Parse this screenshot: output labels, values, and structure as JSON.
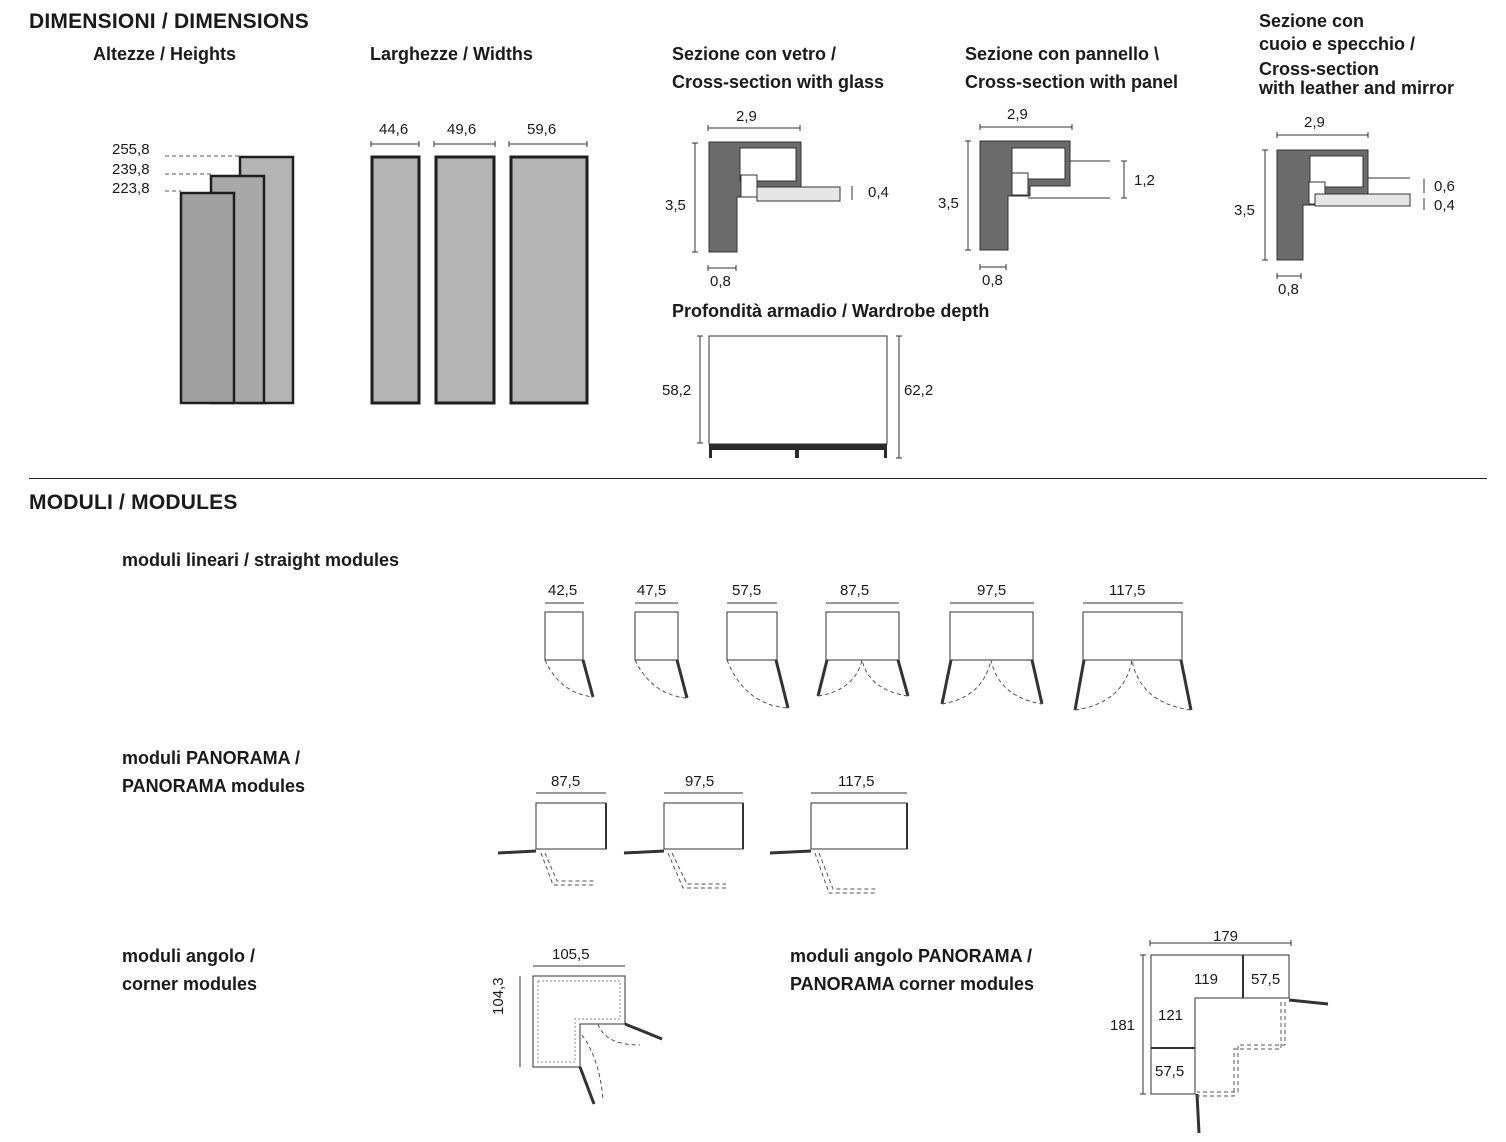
{
  "sections": {
    "dimensions_title": "DIMENSIONI / DIMENSIONS",
    "modules_title": "MODULI  / MODULES"
  },
  "heights": {
    "title": "Altezze  / Heights",
    "values": [
      "255,8",
      "239,8",
      "223,8"
    ]
  },
  "widths": {
    "title": "Larghezze / Widths",
    "values": [
      "44,6",
      "49,6",
      "59,6"
    ]
  },
  "glass_section": {
    "title_1": "Sezione con vetro /",
    "title_2": "Cross-section with glass",
    "top": "2,9",
    "side": "3,5",
    "bottom": "0,8",
    "right": "0,4"
  },
  "panel_section": {
    "title_1": "Sezione con pannello \\",
    "title_2": "Cross-section with panel",
    "top": "2,9",
    "side": "3,5",
    "bottom": "0,8",
    "right": "1,2"
  },
  "leather_section": {
    "title_1": "Sezione con",
    "title_2": "cuoio e specchio /",
    "title_3": "Cross-section",
    "title_4": "with leather and mirror",
    "top": "2,9",
    "side": "3,5",
    "bottom": "0,8",
    "right_1": "0,6",
    "right_2": "0,4"
  },
  "depth": {
    "title": "Profondità armadio / Wardrobe depth",
    "left": "58,2",
    "right": "62,2"
  },
  "straight": {
    "title": "moduli lineari /  straight modules",
    "values": [
      "42,5",
      "47,5",
      "57,5",
      "87,5",
      "97,5",
      "117,5"
    ]
  },
  "panorama": {
    "title_1": "moduli PANORAMA /",
    "title_2": "PANORAMA modules",
    "values": [
      "87,5",
      "97,5",
      "117,5"
    ]
  },
  "corner": {
    "title_1": "moduli angolo /",
    "title_2": "corner modules",
    "width": "105,5",
    "depth": "104,3"
  },
  "panorama_corner": {
    "title_1": "moduli angolo PANORAMA /",
    "title_2": "PANORAMA corner modules",
    "total_width": "179",
    "total_depth": "181",
    "inner_1": "119",
    "inner_2": "57,5",
    "inner_3": "121",
    "inner_4": "57,5"
  },
  "colors": {
    "profile": "#6b6b6b",
    "glass_door": "#b4b4b4",
    "frame": "#1e1e1e",
    "line": "#333333"
  }
}
